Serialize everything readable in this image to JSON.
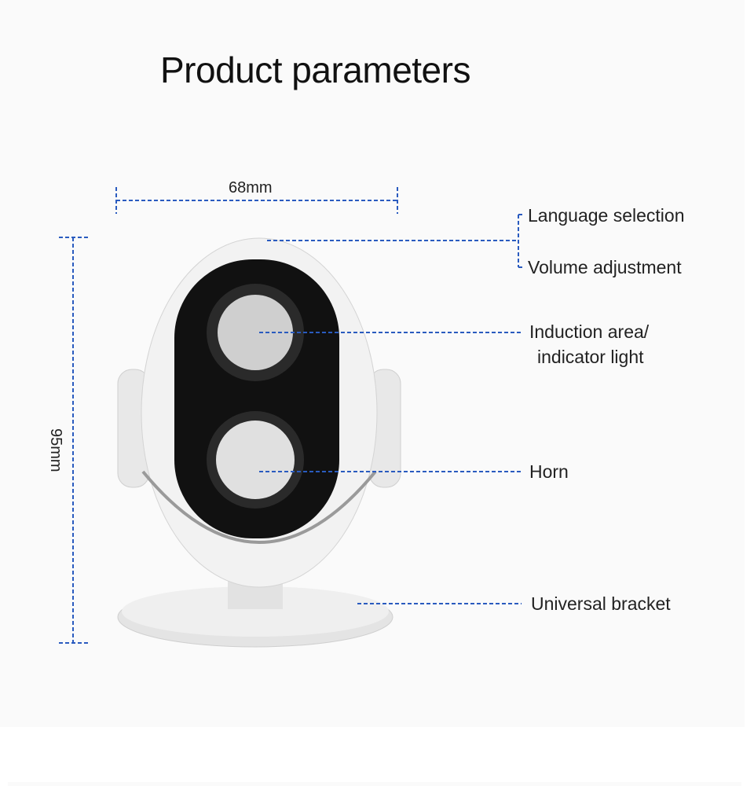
{
  "title": "Product parameters",
  "dimensions": {
    "width": "68mm",
    "height": "95mm"
  },
  "labels": {
    "language": "Language selection",
    "volume": "Volume adjustment",
    "induction_line1": "Induction area/",
    "induction_line2": "indicator light",
    "horn": "Horn",
    "bracket": "Universal bracket"
  },
  "colors": {
    "dash": "#2a5bbf",
    "background": "#fafafa"
  }
}
